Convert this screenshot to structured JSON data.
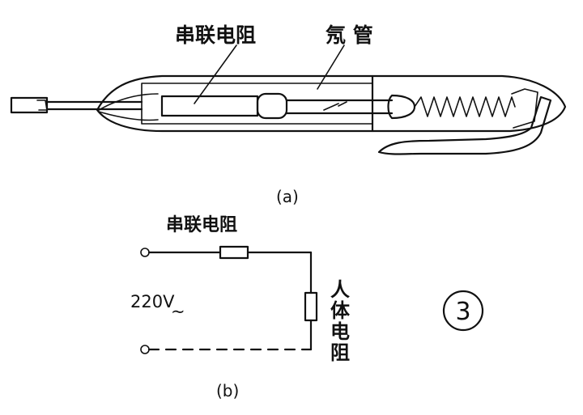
{
  "part_a": {
    "label_resistor": "串联电阻",
    "label_neon": "氖 管",
    "caption": "(a)"
  },
  "part_b": {
    "label_resistor": "串联电阻",
    "label_voltage": "220V",
    "label_voltage_ac": "~",
    "label_body": [
      "人",
      "体",
      "电",
      "阻"
    ],
    "caption": "(b)"
  },
  "figure_number": "3"
}
